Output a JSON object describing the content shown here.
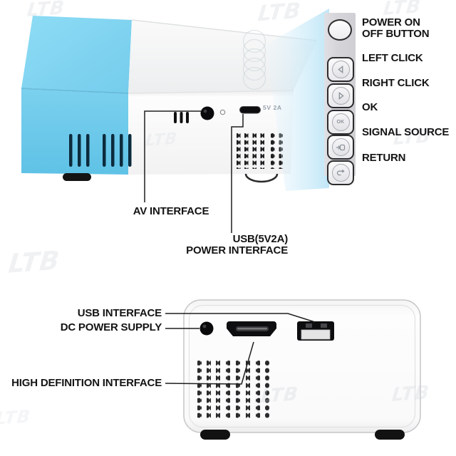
{
  "watermark": {
    "text": "LTB"
  },
  "top_view": {
    "port_label": "5V 2A",
    "callouts": {
      "av": "AV INTERFACE",
      "usb_power": "USB(5V2A)\nPOWER INTERFACE"
    }
  },
  "control_panel": {
    "buttons": [
      {
        "id": "power",
        "label": "POWER ON\nOFF BUTTON"
      },
      {
        "id": "left-click",
        "label": "LEFT CLICK"
      },
      {
        "id": "right-click",
        "label": "RIGHT CLICK"
      },
      {
        "id": "ok",
        "label": "OK",
        "glyph_text": "OK"
      },
      {
        "id": "signal-source",
        "label": "SIGNAL SOURCE"
      },
      {
        "id": "return",
        "label": "RETURN"
      }
    ]
  },
  "rear_view": {
    "callouts": {
      "usb": "USB INTERFACE",
      "dc": "DC POWER SUPPLY",
      "hdmi": "HIGH DEFINITION INTERFACE"
    }
  },
  "colors": {
    "projector_blue": "#7bd0ee",
    "beam_blue": "#bfe6f7",
    "panel_grey": "#d7d7db",
    "vent_dark": "#0c2b3d",
    "label_text": "#141414",
    "port_label_grey": "#98a2ac",
    "watermark_grey": "#c9d1d7"
  }
}
